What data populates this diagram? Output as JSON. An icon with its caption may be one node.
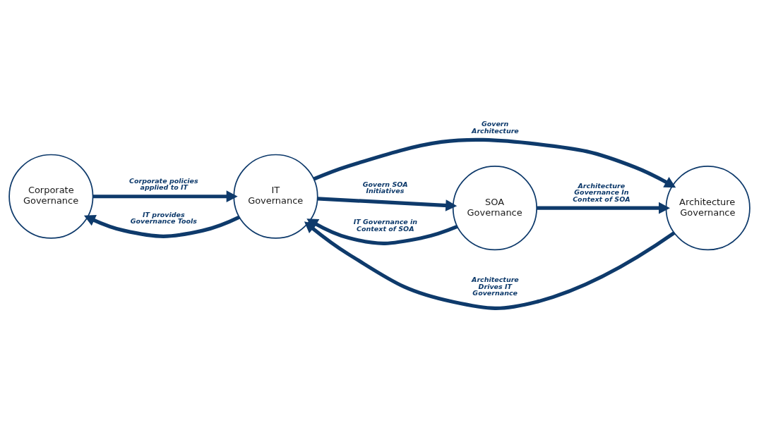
{
  "diagram": {
    "nodes": [
      {
        "text": [
          "Corporate Governance"
        ]
      },
      {
        "text": [
          "IT Governance"
        ]
      },
      {
        "text": [
          "Architecture Governance"
        ]
      },
      {
        "text": [
          "SOA Governance"
        ]
      }
    ],
    "edges": [
      {
        "from": 0,
        "to": 1,
        "arrow": "to",
        "label": "Corporate policies applied to IT"
      },
      {
        "from": 1,
        "to": 0,
        "arrow": "to",
        "label": "IT provides Governance Tools"
      },
      {
        "from": 1,
        "to": 2,
        "arrow": "to",
        "label": "Govern Architecture"
      },
      {
        "from": 2,
        "to": 1,
        "arrow": "to",
        "label": "Architecture Drives IT Governance"
      },
      {
        "from": 1,
        "to": 3,
        "arrow": "to",
        "label": "Govern SOA Initiatives"
      },
      {
        "from": 3,
        "to": 1,
        "arrow": "to",
        "label": "IT Governance in Context of SOA"
      },
      {
        "from": 3,
        "to": 2,
        "arrow": "to",
        "label": "Architecture Governance In Context of SOA"
      }
    ]
  }
}
